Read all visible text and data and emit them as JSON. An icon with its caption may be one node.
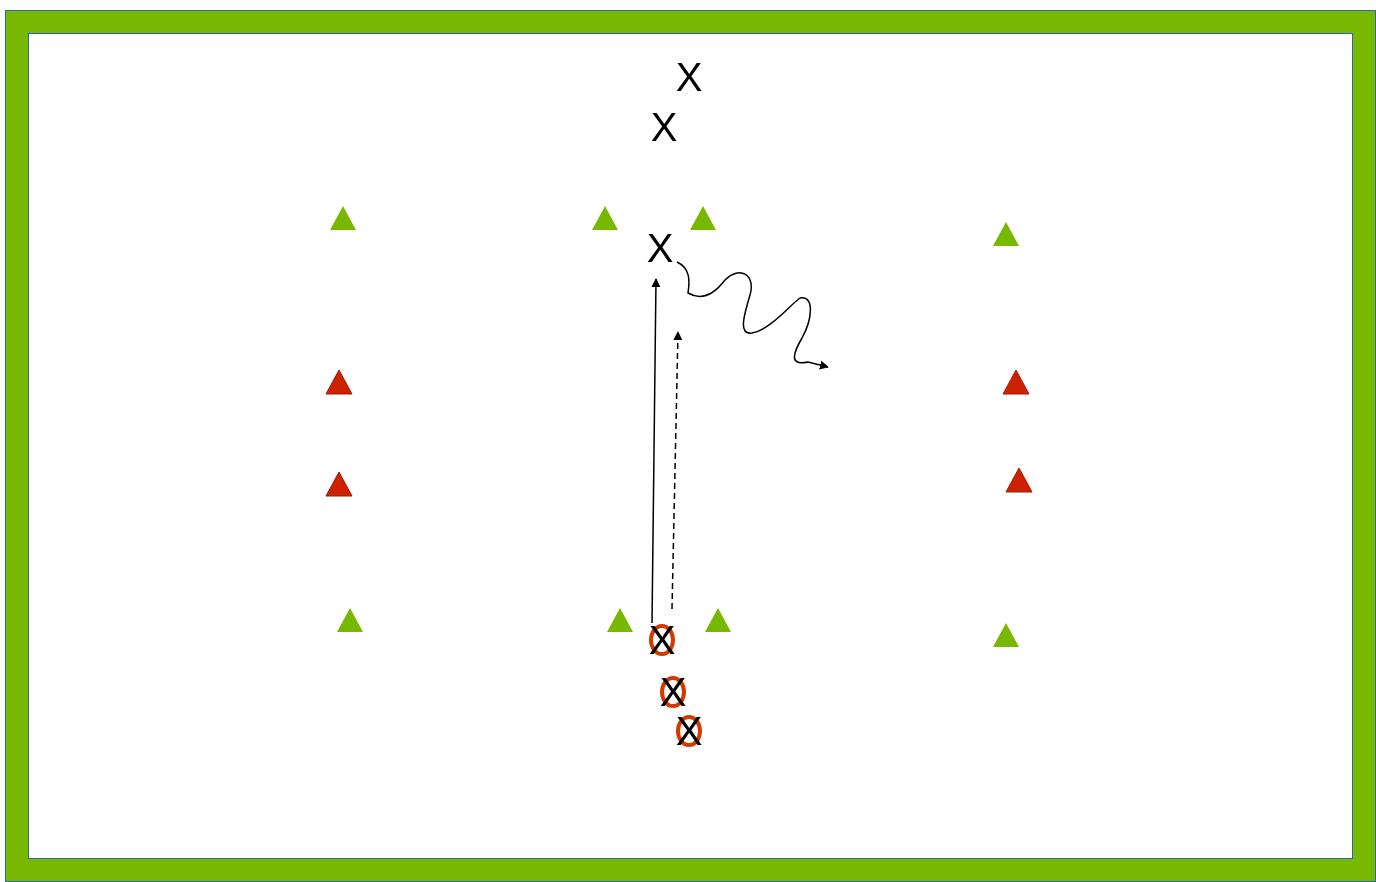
{
  "diagram": {
    "nodes": [
      {
        "text": [
          "X"
        ]
      },
      {
        "text": [
          "X"
        ]
      },
      {
        "text": [
          "X"
        ]
      },
      {
        "text": [
          "X"
        ]
      },
      {
        "text": [
          "X"
        ]
      },
      {
        "text": [
          "X"
        ]
      }
    ],
    "edges": [
      {
        "from": 3,
        "to": 2,
        "arrow": "to"
      },
      {
        "from": 3,
        "to": null,
        "arrow": "to",
        "style": "dashed"
      },
      {
        "from": 2,
        "to": null,
        "arrow": "to"
      }
    ]
  }
}
